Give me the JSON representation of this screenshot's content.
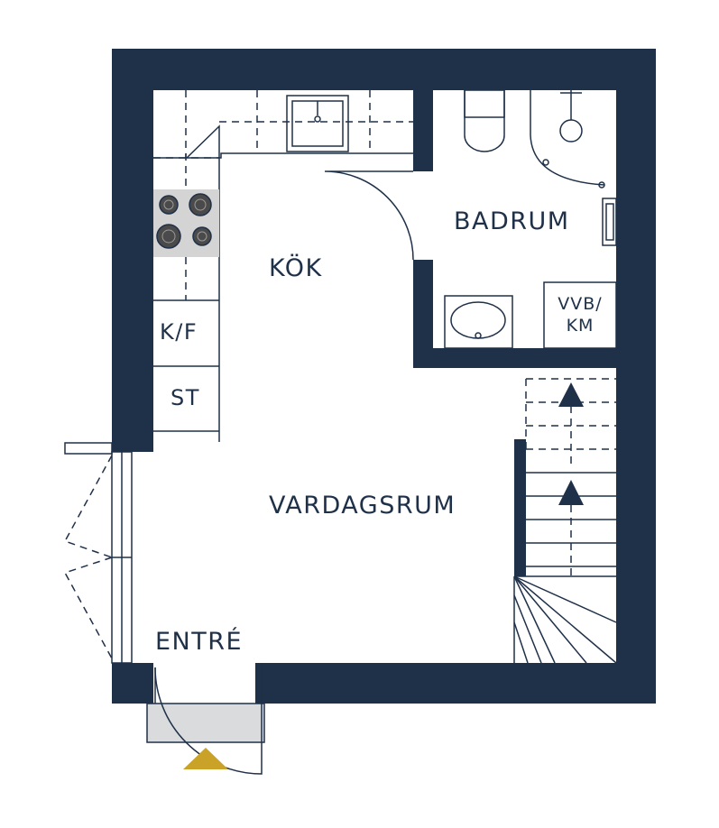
{
  "colors": {
    "wall": "#1f3049",
    "line": "#1f3049",
    "fixture_fill": "#d4d4d4",
    "entrance_marker": "#c9a227",
    "threshold_fill": "#d9dbdc"
  },
  "rooms": {
    "kitchen": "KÖK",
    "bathroom": "BADRUM",
    "living_room": "VARDAGSRUM",
    "entrance": "ENTRÉ"
  },
  "fixtures": {
    "fridge_freezer": "K/F",
    "storage": "ST",
    "water_heater_line1": "VVB/",
    "water_heater_line2": "KM"
  },
  "icons": {
    "stairs_direction": "up-arrow-icon",
    "entrance_marker": "triangle-icon"
  }
}
